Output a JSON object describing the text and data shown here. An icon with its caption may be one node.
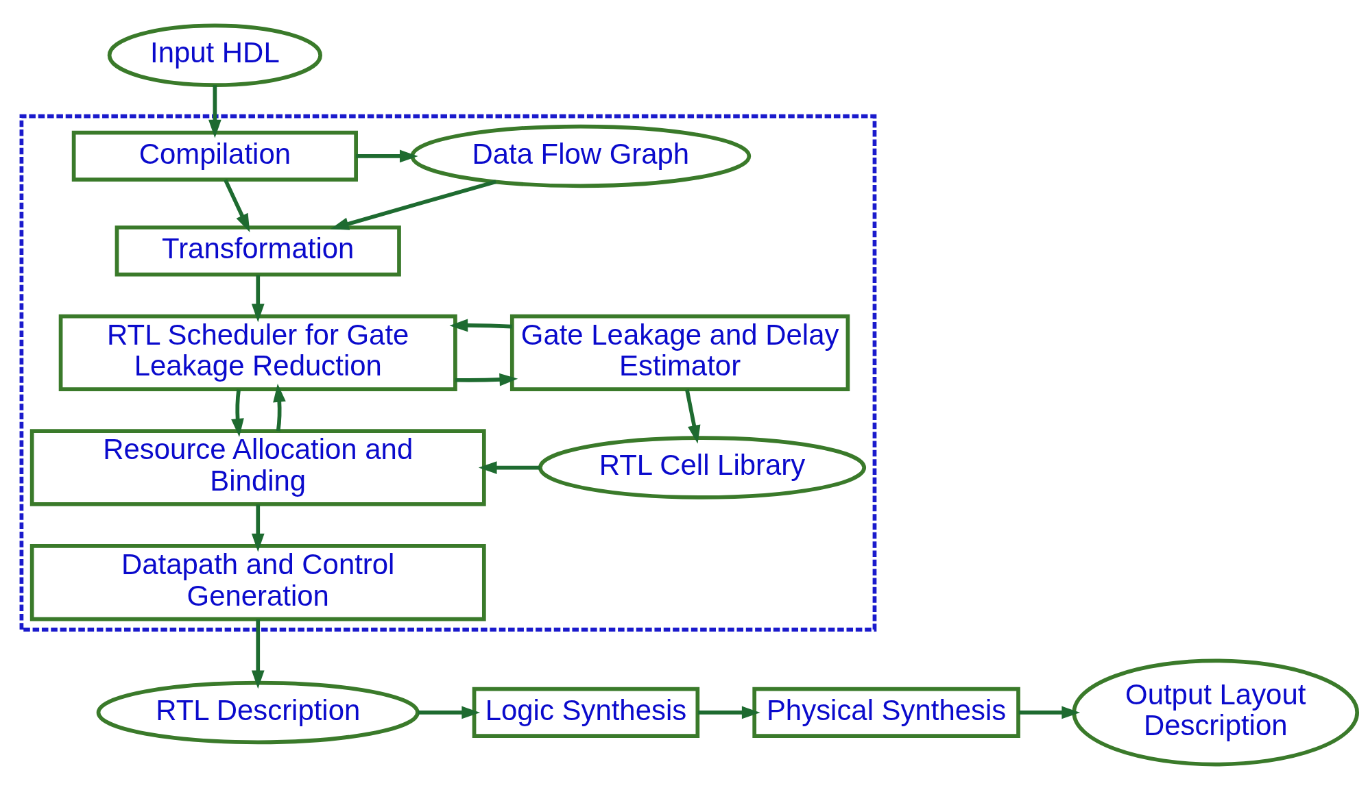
{
  "diagram": {
    "nodes": [
      {
        "text": [
          "Input HDL"
        ]
      },
      {
        "text": [],
        "shape": "box"
      },
      {
        "text": [
          "Compilation"
        ],
        "in": 1
      },
      {
        "text": [
          "Data Flow Graph"
        ],
        "in": 1
      },
      {
        "text": [
          "Transformation"
        ],
        "in": 1
      },
      {
        "text": [
          "RTL Scheduler for Gate Leakage Reduction"
        ],
        "in": 1
      },
      {
        "text": [
          "Gate Leakage and Delay Estimator"
        ],
        "in": 1
      },
      {
        "text": [
          "Resource Allocation and Binding"
        ],
        "in": 1
      },
      {
        "text": [
          "RTL Cell Library"
        ],
        "in": 1
      },
      {
        "text": [
          "Datapath and Control Generation"
        ],
        "in": 1
      },
      {
        "text": [
          "RTL Description"
        ]
      },
      {
        "text": [
          "Logic Synthesis"
        ]
      },
      {
        "text": [
          "Physical Synthesis"
        ]
      },
      {
        "text": [
          "Output Layout Description"
        ]
      }
    ],
    "edges": [
      {
        "from": 0,
        "to": 2,
        "arrow": "to"
      },
      {
        "from": 2,
        "to": 3,
        "arrow": "to"
      },
      {
        "from": 2,
        "to": 4,
        "arrow": "to"
      },
      {
        "from": 3,
        "to": 4,
        "arrow": "to"
      },
      {
        "from": 4,
        "to": 5,
        "arrow": "to"
      },
      {
        "from": 5,
        "to": 6,
        "arrow": "to"
      },
      {
        "from": 6,
        "to": 5,
        "arrow": "to"
      },
      {
        "from": 5,
        "to": 7,
        "arrow": "to"
      },
      {
        "from": 7,
        "to": 5,
        "arrow": "to"
      },
      {
        "from": 6,
        "to": 8,
        "arrow": "to"
      },
      {
        "from": 8,
        "to": 7,
        "arrow": "to"
      },
      {
        "from": 7,
        "to": 9,
        "arrow": "to"
      },
      {
        "from": 9,
        "to": 10,
        "arrow": "to"
      },
      {
        "from": 10,
        "to": 11,
        "arrow": "to"
      },
      {
        "from": 11,
        "to": 12,
        "arrow": "to"
      },
      {
        "from": 12,
        "to": 13,
        "arrow": "to"
      }
    ]
  }
}
